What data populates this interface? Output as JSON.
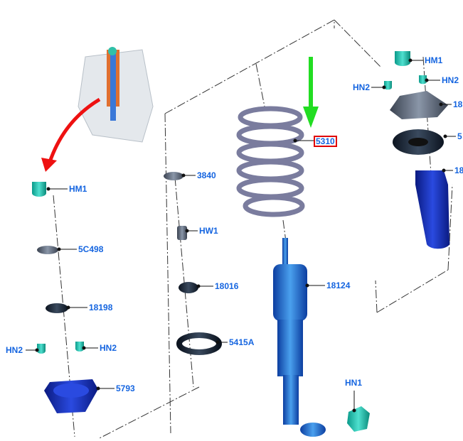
{
  "colors": {
    "label": "#1565e0",
    "highlight": "#e00000",
    "arrow_green": "#22dd22",
    "arrow_red": "#ee1111"
  },
  "highlighted_part": "5310",
  "labels": {
    "hm1_left": "HM1",
    "p5c498": "5C498",
    "p18198": "18198",
    "hn2_left_a": "HN2",
    "hn2_left_b": "HN2",
    "p5793": "5793",
    "p3840": "3840",
    "hw1": "HW1",
    "p18016": "18016",
    "p5415a": "5415A",
    "p5310": "5310",
    "p18124": "18124",
    "hn1": "HN1",
    "hm1_right": "HM1",
    "hn2_right_a": "HN2",
    "hn2_right_b": "HN2",
    "p18_top": "18",
    "p5_right": "5",
    "p18_boot": "18"
  }
}
